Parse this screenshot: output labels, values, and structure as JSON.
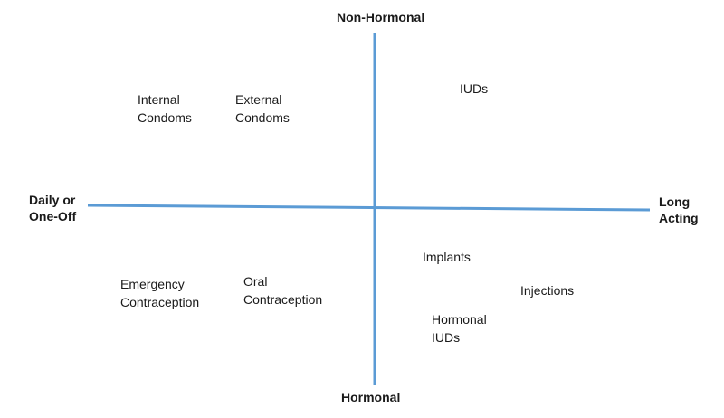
{
  "axes": {
    "top": "Non-Hormonal",
    "bottom": "Hormonal",
    "left": [
      "Daily or",
      "One-Off"
    ],
    "right": [
      "Long",
      "Acting"
    ],
    "color": "#5b9bd5"
  },
  "items": {
    "internal_condoms": [
      "Internal",
      "Condoms"
    ],
    "external_condoms": [
      "External",
      "Condoms"
    ],
    "iuds": [
      "IUDs"
    ],
    "implants": [
      "Implants"
    ],
    "injections": [
      "Injections"
    ],
    "hormonal_iuds": [
      "Hormonal",
      "IUDs"
    ],
    "emergency_contraception": [
      "Emergency",
      "Contraception"
    ],
    "oral_contraception": [
      "Oral",
      "Contraception"
    ]
  }
}
